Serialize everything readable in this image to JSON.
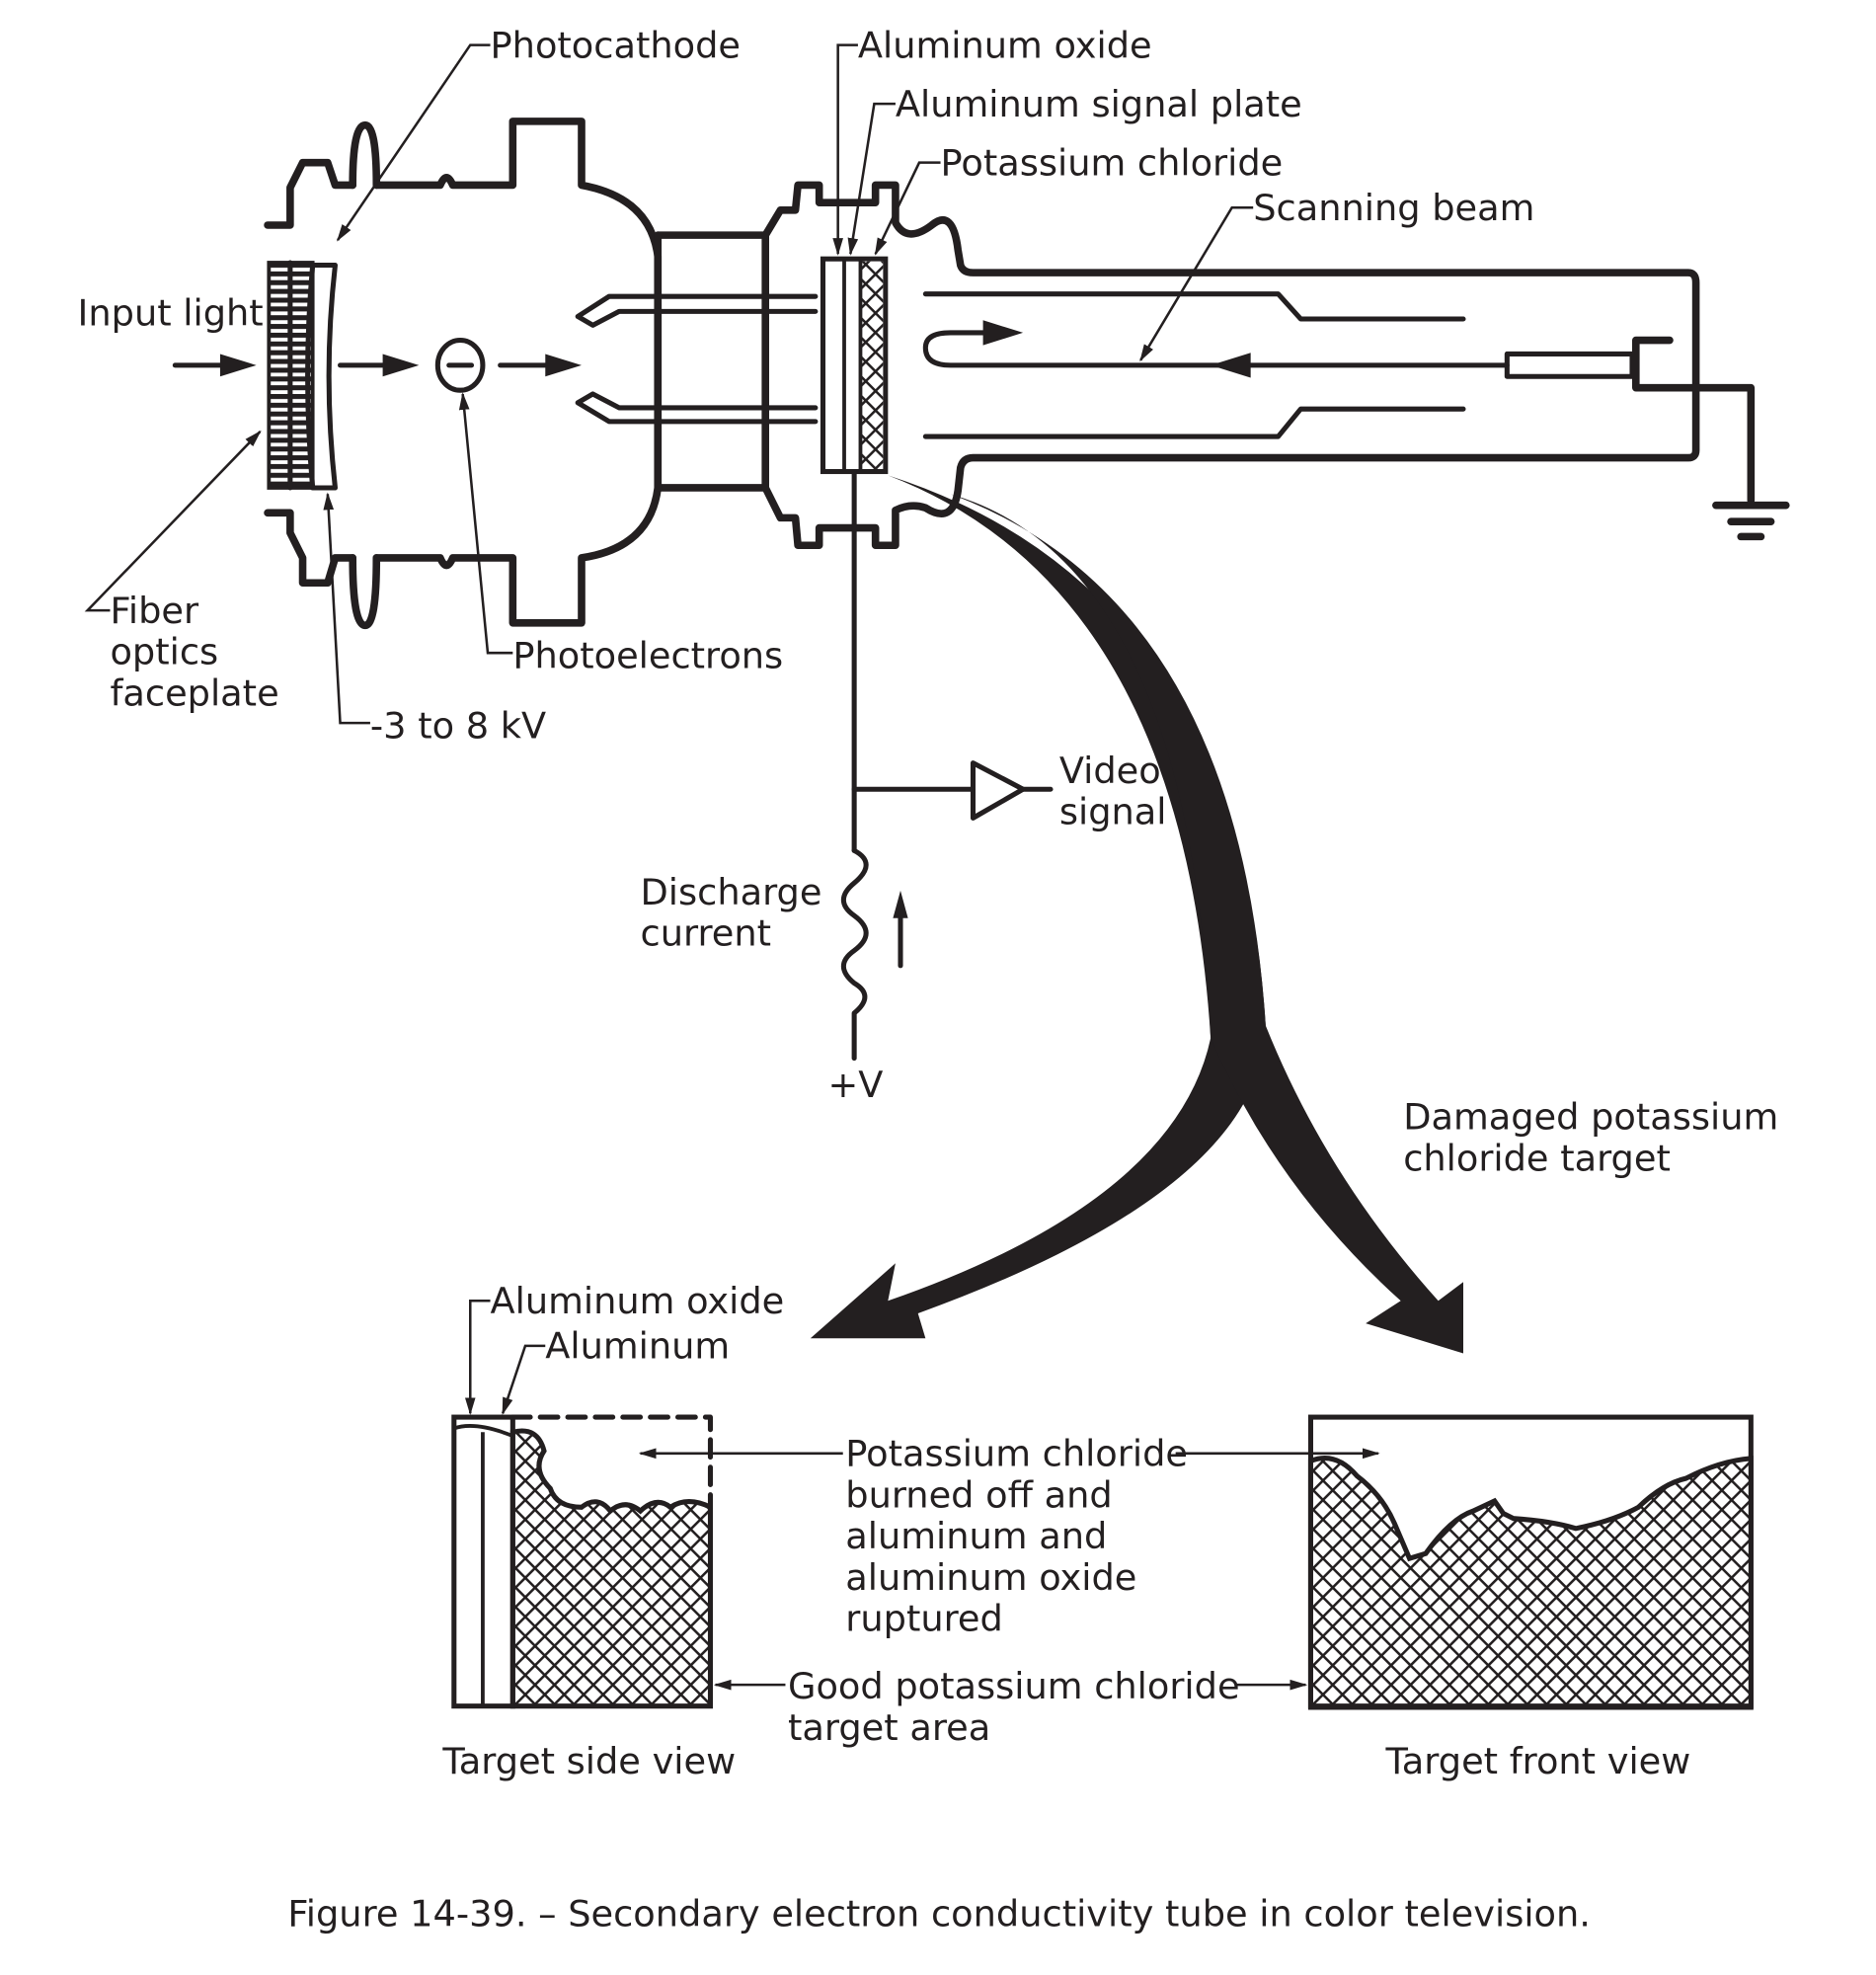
{
  "figure": {
    "caption": "Figure 14-39. – Secondary electron conductivity tube in color television.",
    "ink_color": "#231f20",
    "background": "#ffffff"
  },
  "tube_labels": {
    "photocathode": "Photocathode",
    "input_light": "Input light",
    "fiber_optics": [
      "Fiber",
      "optics",
      "faceplate"
    ],
    "voltage": "-3 to 8 kV",
    "photoelectrons": "Photoelectrons",
    "aluminum_oxide": "Aluminum oxide",
    "aluminum_signal_plate": "Aluminum signal plate",
    "potassium_chloride": "Potassium chloride",
    "scanning_beam": "Scanning beam",
    "video_signal": [
      "Video",
      "signal"
    ],
    "discharge_current": [
      "Discharge",
      "current"
    ],
    "plus_v": "+V"
  },
  "damage_labels": {
    "damaged_target": [
      "Damaged potassium",
      "chloride target"
    ],
    "side_aluminum_oxide": "Aluminum oxide",
    "side_aluminum": "Aluminum",
    "burned_off": [
      "Potassium chloride",
      "burned off and",
      "aluminum and",
      "aluminum oxide",
      "ruptured"
    ],
    "good_area": [
      "Good potassium chloride",
      "target area"
    ],
    "side_view": "Target side view",
    "front_view": "Target front view"
  }
}
